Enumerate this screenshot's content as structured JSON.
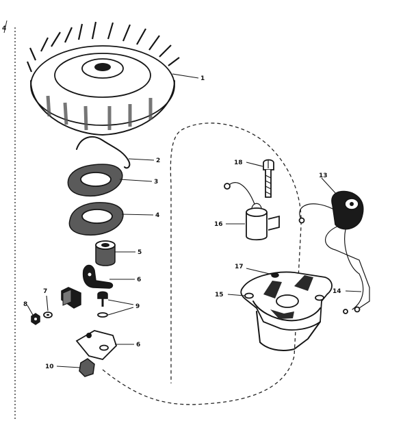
{
  "diagram": {
    "parts": [
      {
        "id": "flywheel",
        "label": "1"
      },
      {
        "id": "spring-clip",
        "label": "2"
      },
      {
        "id": "dust-cover",
        "label": "3"
      },
      {
        "id": "gasket",
        "label": "4"
      },
      {
        "id": "cam",
        "label": "5"
      },
      {
        "id": "breaker-arm",
        "label": "6"
      },
      {
        "id": "breaker-washer",
        "label": "7"
      },
      {
        "id": "nut",
        "label": "8"
      },
      {
        "id": "screw-and-lockwasher",
        "label": "9"
      },
      {
        "id": "breaker-plate",
        "label": "6"
      },
      {
        "id": "felt",
        "label": "10"
      },
      {
        "id": "coil",
        "label": "13"
      },
      {
        "id": "lead-wires",
        "label": "14"
      },
      {
        "id": "condenser",
        "label": "15"
      },
      {
        "id": "stator-plate",
        "label": "16"
      },
      {
        "id": "stator-screw",
        "label": "17"
      },
      {
        "id": "condenser-screw",
        "label": "18"
      }
    ],
    "margin_mark": "4"
  }
}
